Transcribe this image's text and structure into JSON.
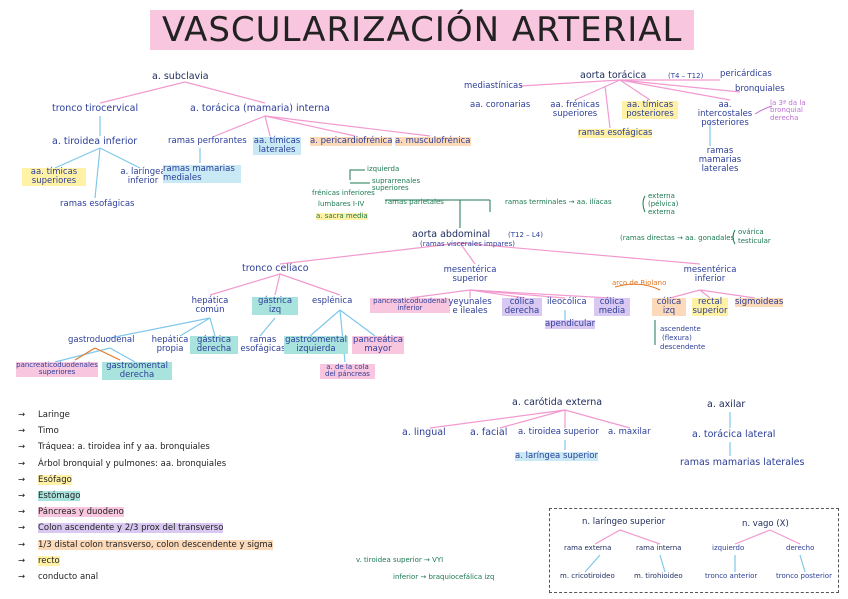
{
  "title": "VASCULARIZACIÓN ARTERIAL",
  "subclavia": {
    "root": "a. subclavia",
    "tronco": "tronco tirocervical",
    "toracica": "a. torácica (mamaria) interna",
    "tiroidea_inf": "a. tiroidea inferior",
    "timicas_sup": "aa. tímicas superiores",
    "laringea_inf": "a. laríngea inferior",
    "ramas_esof": "ramas esofágicas",
    "ramas_perf": "ramas perforantes",
    "timicas_lat": "aa. tímicas laterales",
    "pericardio": "a. pericardiofrénica",
    "musculo": "a. musculofrénica",
    "mamarias_med": "ramas mamarias mediales"
  },
  "aorta_toracica": {
    "root": "aorta torácica",
    "level": "(T4 – T12)",
    "mediastinicas": "mediastínicas",
    "coronarias": "aa. coronarias",
    "frenicas": "aa. frénicas superiores",
    "timicas_post": "aa. tímicas posteriores",
    "intercostales": "aa. intercostales posteriores",
    "pericardicas": "pericárdicas",
    "bronquiales": "bronquiales",
    "esofagicas": "ramas esofágicas",
    "mamarias_lat": "ramas mamarias laterales",
    "note": "la 3ª da la bronquial derecha"
  },
  "aorta_abdominal": {
    "root": "aorta abdominal",
    "level": "(T12 – L4)",
    "sub": "(ramas viscerales impares)",
    "izquierda": "izquierda",
    "suprarrenales": "suprarrenales superiores",
    "frenicas_inf": "frénicas inferiores",
    "lumbares": "lumbares I-IV",
    "sacra": "a. sacra media",
    "parietales": "ramas parietales",
    "terminales": "ramas terminales → aa. ilíacas",
    "externa": "externa",
    "pelvica": "(pélvica)",
    "ext2": "externa",
    "gonadal": "(ramas directas → aa. gonadales",
    "ovarica": "ovárica",
    "testicular": "testicular"
  },
  "tronco_celiaco": {
    "root": "tronco celíaco",
    "hepatica": "hepática común",
    "gastrica": "gástrica izq",
    "esplenica": "esplénica",
    "gastroduodenal": "gastroduodenal",
    "hep_propia": "hepática propia",
    "gastrica_der": "gástrica derecha",
    "pancreatico": "pancreaticoduodenales superiores",
    "gastroomental_der": "gastroomental derecha",
    "ramas_esof": "ramas esofágicas",
    "gastroomental_izq": "gastroomental izquierda",
    "pancreatica_mayor": "pancreática mayor",
    "cola": "a. de la cola del páncreas"
  },
  "mesenterica_sup": {
    "root": "mesentérica superior",
    "pancreatico_inf": "pancreaticoduodenal inferior",
    "yeyunales": "yeyunales e ileales",
    "colica_der": "cólica derecha",
    "ileocolica": "ileocólica",
    "apendicular": "apendicular",
    "colica_media": "cólica media"
  },
  "mesenterica_inf": {
    "root": "mesentérica inferior",
    "riolano": "arco de Riolano",
    "colica_izq": "cólica izq",
    "rectal_sup": "rectal superior",
    "sigmoideas": "sigmoideas",
    "ascendente": "ascendente",
    "flexura": "(flexura)",
    "descendente": "descendente"
  },
  "carotida": {
    "root": "a. carótida externa",
    "lingual": "a. lingual",
    "facial": "a. facial",
    "tiroidea_sup": "a. tiroidea superior",
    "maxilar": "a. maxilar",
    "laringea_sup": "a. laríngea superior"
  },
  "axilar": {
    "root": "a. axilar",
    "toracica_lat": "a. torácica lateral",
    "mamarias_lat": "ramas mamarias laterales"
  },
  "nervios": {
    "laringeo": "n. laríngeo superior",
    "vago": "n. vago (X)",
    "rama_ext": "rama externa",
    "rama_int": "rama interna",
    "cricotiroideo": "m. cricotiroideo",
    "tirohioideo": "m. tirohioideo",
    "izquierdo": "izquierdo",
    "derecho": "derecho",
    "anterior": "tronco anterior",
    "posterior": "tronco posterior"
  },
  "venas": {
    "v1": "v. tiroidea superior → VYI",
    "v2": "inferior → braquiocefálica izq"
  },
  "legend": [
    {
      "arrow": "→",
      "text": "Laringe",
      "color": ""
    },
    {
      "arrow": "→",
      "text": "Timo",
      "color": ""
    },
    {
      "arrow": "→",
      "text": "Tráquea: a. tiroidea inf y aa. bronquiales",
      "color": ""
    },
    {
      "arrow": "→",
      "text": "Árbol bronquial y pulmones: aa. bronquiales",
      "color": ""
    },
    {
      "arrow": "→",
      "text": "Esófago",
      "color": "#fff2a6"
    },
    {
      "arrow": "→",
      "text": "Estómago",
      "color": "#a9e3dd"
    },
    {
      "arrow": "→",
      "text": "Páncreas y duodeno",
      "color": "#f9c6e0"
    },
    {
      "arrow": "→",
      "text": "Colon ascendente y 2/3 prox del transverso",
      "color": "#d9c9f2"
    },
    {
      "arrow": "→",
      "text": "1/3 distal colon transverso, colon descendente y sigma",
      "color": "#fcd9b8"
    },
    {
      "arrow": "→",
      "text": "recto",
      "color": "#fff2a6"
    },
    {
      "arrow": "→",
      "text": "conducto anal",
      "color": ""
    }
  ]
}
